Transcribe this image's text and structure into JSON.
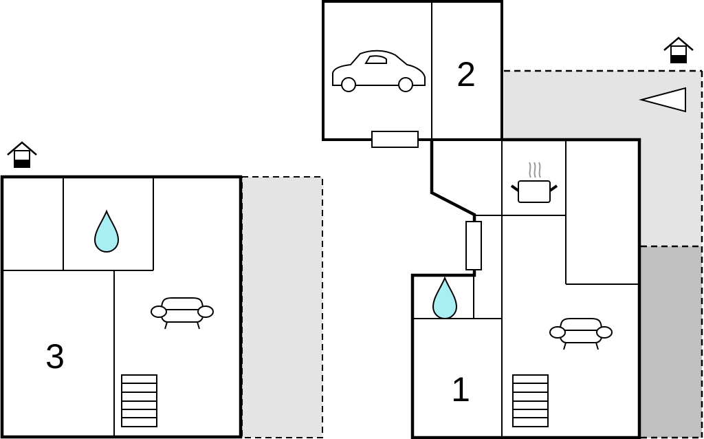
{
  "title": "Floor plan",
  "rooms": {
    "room_1_label": "1",
    "room_2_label": "2",
    "room_3_label": "3"
  },
  "icons": [
    "house-entrance-icon",
    "water-drop-icon",
    "sofa-icon",
    "stairs-icon",
    "car-icon",
    "cooking-pot-icon",
    "direction-triangle-icon"
  ],
  "colors": {
    "terrace": "#e4e4e4",
    "terrace_dark": "#c0c0c0",
    "water": "#a8eef3",
    "wall": "#000000",
    "steam": "#999999"
  }
}
